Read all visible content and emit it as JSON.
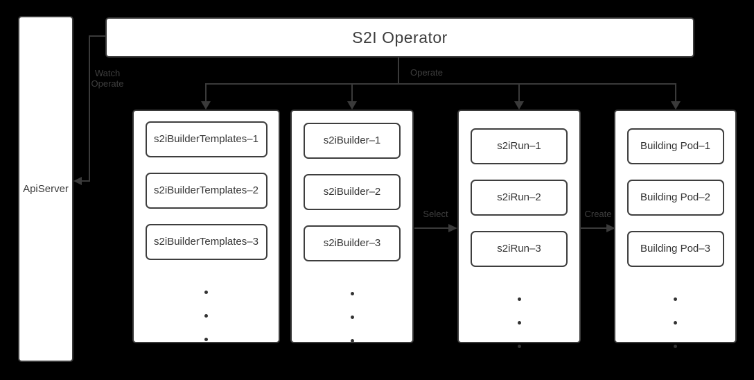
{
  "operator": {
    "title": "S2I Operator"
  },
  "apiserver": {
    "label": "ApiServer"
  },
  "edges": {
    "watch_operate": {
      "line1": "Watch",
      "line2": "Operate"
    },
    "operate": "Operate",
    "select": "Select",
    "create": "Create"
  },
  "columns": [
    {
      "items": [
        "s2iBuilderTemplates–1",
        "s2iBuilderTemplates–2",
        "s2iBuilderTemplates–3"
      ],
      "ellipsis_dots": 3
    },
    {
      "items": [
        "s2iBuilder–1",
        "s2iBuilder–2",
        "s2iBuilder–3"
      ],
      "ellipsis_dots": 3
    },
    {
      "items": [
        "s2iRun–1",
        "s2iRun–2",
        "s2iRun–3"
      ],
      "ellipsis_dots": 3
    },
    {
      "items": [
        "Building Pod–1",
        "Building Pod–2",
        "Building Pod–3"
      ],
      "ellipsis_dots": 3
    }
  ],
  "colors": {
    "background": "#000000",
    "box_fill": "#ffffff",
    "stroke": "#3a3a3a",
    "node_text": "#353535",
    "edge_label_text": "#3f3f3f"
  }
}
